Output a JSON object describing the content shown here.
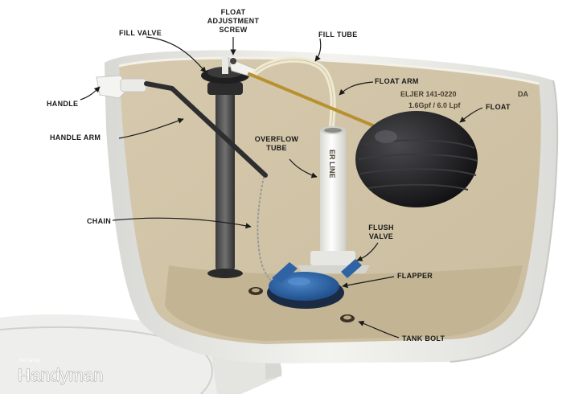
{
  "labels": {
    "fill_valve": "FILL VALVE",
    "float_adjustment_line1": "FLOAT",
    "float_adjustment_line2": "ADJUSTMENT",
    "float_adjustment_line3": "SCREW",
    "fill_tube": "FILL TUBE",
    "handle": "HANDLE",
    "float_arm": "FLOAT ARM",
    "float": "FLOAT",
    "handle_arm": "HANDLE ARM",
    "overflow_tube_line1": "OVERFLOW",
    "overflow_tube_line2": "TUBE",
    "chain": "CHAIN",
    "flush_valve_line1": "FLUSH",
    "flush_valve_line2": "VALVE",
    "flapper": "FLAPPER",
    "tank_bolt": "TANK BOLT"
  },
  "tank_stamp": {
    "model": "ELJER 141-0220",
    "flow": "1.6Gpf / 6.0 Lpf",
    "code": "DA",
    "tube_text": "ER LINE"
  },
  "watermark": {
    "text": "Handyman",
    "sup": "the family"
  },
  "colors": {
    "tank_interior": "#d9cdb2",
    "porcelain": "#ecebe7",
    "float_ball": "#1e1e20",
    "flapper": "#2f63a3",
    "overflow_tube": "#f2f2ee",
    "brass": "#b8912e"
  }
}
